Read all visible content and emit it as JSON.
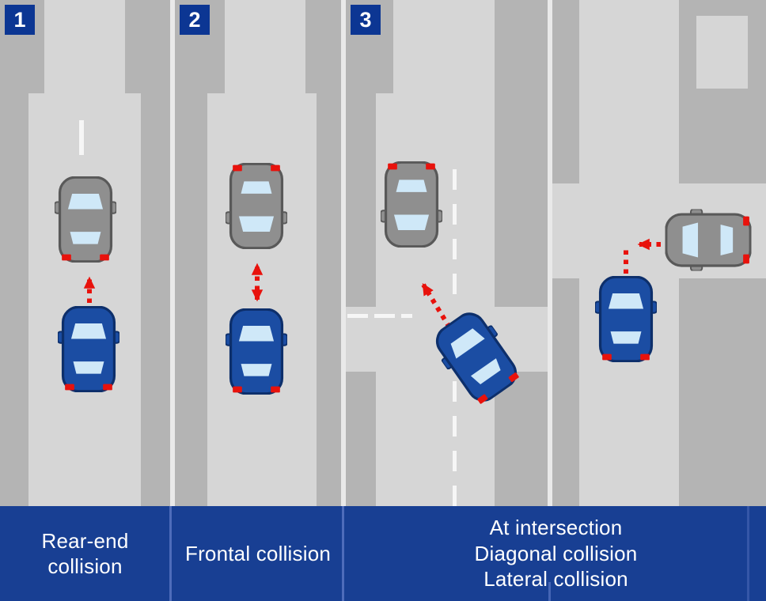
{
  "colors": {
    "navy": "#183f93",
    "badge": "#0c3693",
    "band-divider": "#4e6cba",
    "road": "#d6d6d6",
    "sidewalk": "#b4b4b4",
    "panel-sep": "#e9e9e9",
    "lane-mark": "#f6f6f6",
    "arrow-red": "#e8120c",
    "car-blue": "#1b4da3",
    "car-blue-dark": "#0d2f6b",
    "car-gray": "#8f8f8f",
    "car-gray-dark": "#595959",
    "car-window": "#cfe8f8",
    "caption-text": "#ffffff"
  },
  "panels": [
    {
      "number": "1",
      "caption_lines": [
        "Rear-end",
        "collision"
      ]
    },
    {
      "number": "2",
      "caption_lines": [
        "Frontal collision"
      ]
    },
    {
      "number": "3",
      "caption_lines": [
        "At intersection",
        "Diagonal collision",
        "Lateral collision"
      ]
    }
  ]
}
